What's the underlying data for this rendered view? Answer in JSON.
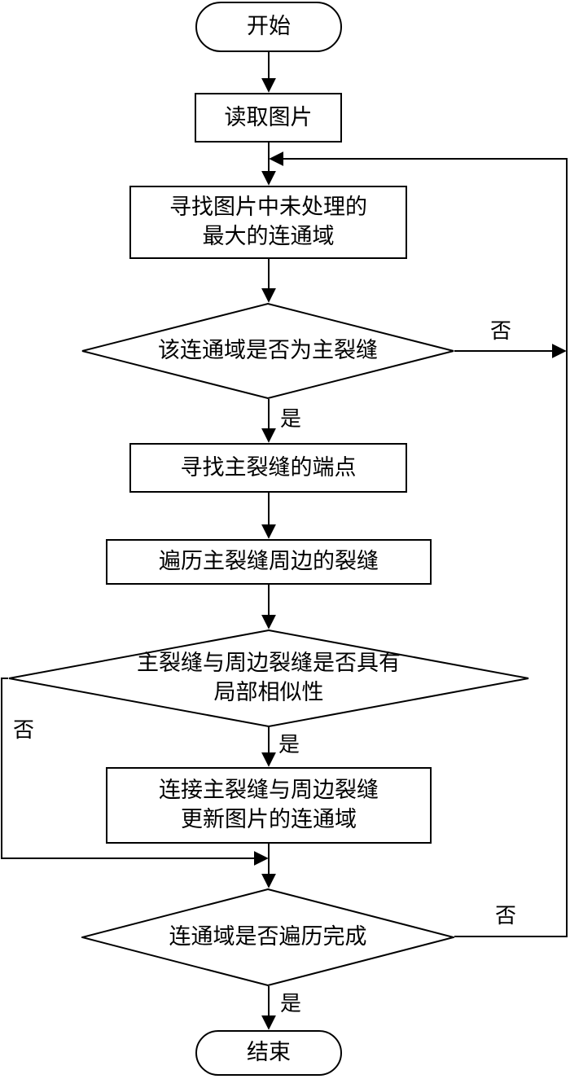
{
  "nodes": {
    "start": "开始",
    "read_image": "读取图片",
    "find_largest": "寻找图片中未处理的\n最大的连通域",
    "is_main_crack": "该连通域是否为主裂缝",
    "find_endpoints": "寻找主裂缝的端点",
    "traverse_around": "遍历主裂缝周边的裂缝",
    "local_similarity": "主裂缝与周边裂缝是否具有\n局部相似性",
    "connect_update": "连接主裂缝与周边裂缝\n更新图片的连通域",
    "traverse_done": "连通域是否遍历完成",
    "end": "结束"
  },
  "edge_labels": {
    "main_no": "否",
    "main_yes": "是",
    "similar_no": "否",
    "similar_yes": "是",
    "done_no": "否",
    "done_yes": "是"
  },
  "colors": {
    "stroke": "#000000",
    "background": "#ffffff"
  }
}
